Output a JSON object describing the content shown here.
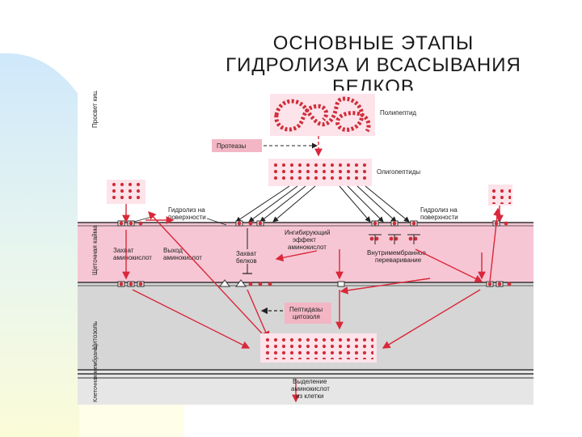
{
  "slide": {
    "title": "ОСНОВНЫЕ   ЭТАПЫ\nГИДРОЛИЗА   И   ВСАСЫВАНИЯ\nБЕЛКОВ"
  },
  "colors": {
    "lumen": "#ffffff",
    "brush_border": "#f7c6d4",
    "cytosol": "#d4d4d4",
    "arrow": "#d9283a",
    "dot": "#cf2e3a",
    "label_box": "#f3b6c4"
  },
  "diagram": {
    "side_labels": {
      "lumen": "Просвет кишечника",
      "brush": "Щеточная кайма",
      "cytosol": "Цитозоль",
      "membrane": "Клеточная мембрана"
    },
    "polypeptide": "Полипептид",
    "proteases": "Протеазы",
    "oligopeptides": "Олигопептиды",
    "hydrolysis_left": "Гидролиз на\nповерхности",
    "hydrolysis_right": "Гидролиз на\nповерхности",
    "aa_capture": "Захват\nаминокислот",
    "aa_exit": "Выход\nаминокислот",
    "protein_capture": "Захват\nбелков",
    "inhibiting": "Ингибирующий\nэффект\nаминокислот",
    "intramembrane": "Внутримембранное\nпереваривание",
    "cytosol_peptidases": "Пептидазы\nцитозоля",
    "aa_release": "Выделение\nаминокислот\nиз клетки"
  }
}
